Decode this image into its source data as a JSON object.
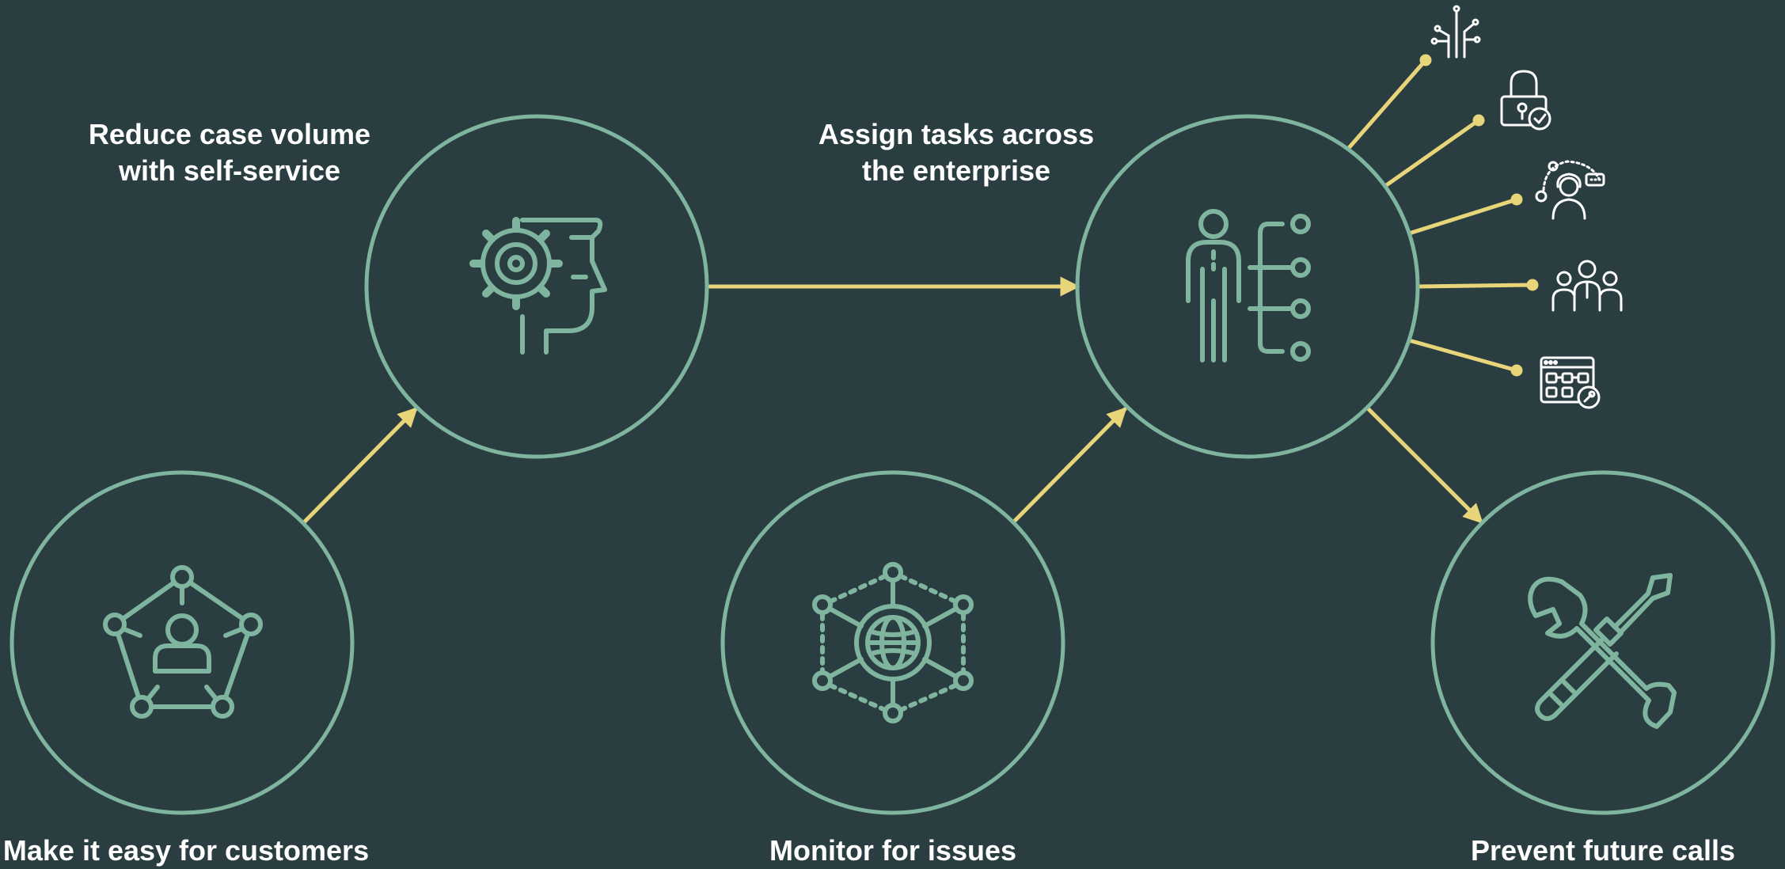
{
  "labels": {
    "reduce": [
      "Reduce case volume",
      "with self-service"
    ],
    "assign": [
      "Assign tasks across",
      "the enterprise"
    ],
    "easy": "Make it easy for customers",
    "monitor": "Monitor for issues",
    "prevent": "Prevent future calls"
  },
  "nodes": [
    {
      "id": "self-service",
      "icon": "gear-head-icon"
    },
    {
      "id": "assign",
      "icon": "person-hierarchy-icon"
    },
    {
      "id": "customers",
      "icon": "customer-network-icon"
    },
    {
      "id": "monitor",
      "icon": "globe-network-icon"
    },
    {
      "id": "prevent",
      "icon": "wrench-screwdriver-icon"
    }
  ],
  "satellite_icons": [
    "circuit-icon",
    "padlock-check-icon",
    "support-agent-icon",
    "team-icon",
    "workflow-window-icon"
  ],
  "colors": {
    "background": "#2a3e42",
    "circle": "#7fb59f",
    "arrow": "#e8d57a",
    "label": "#ffffff",
    "satellite": "#ffffff"
  }
}
